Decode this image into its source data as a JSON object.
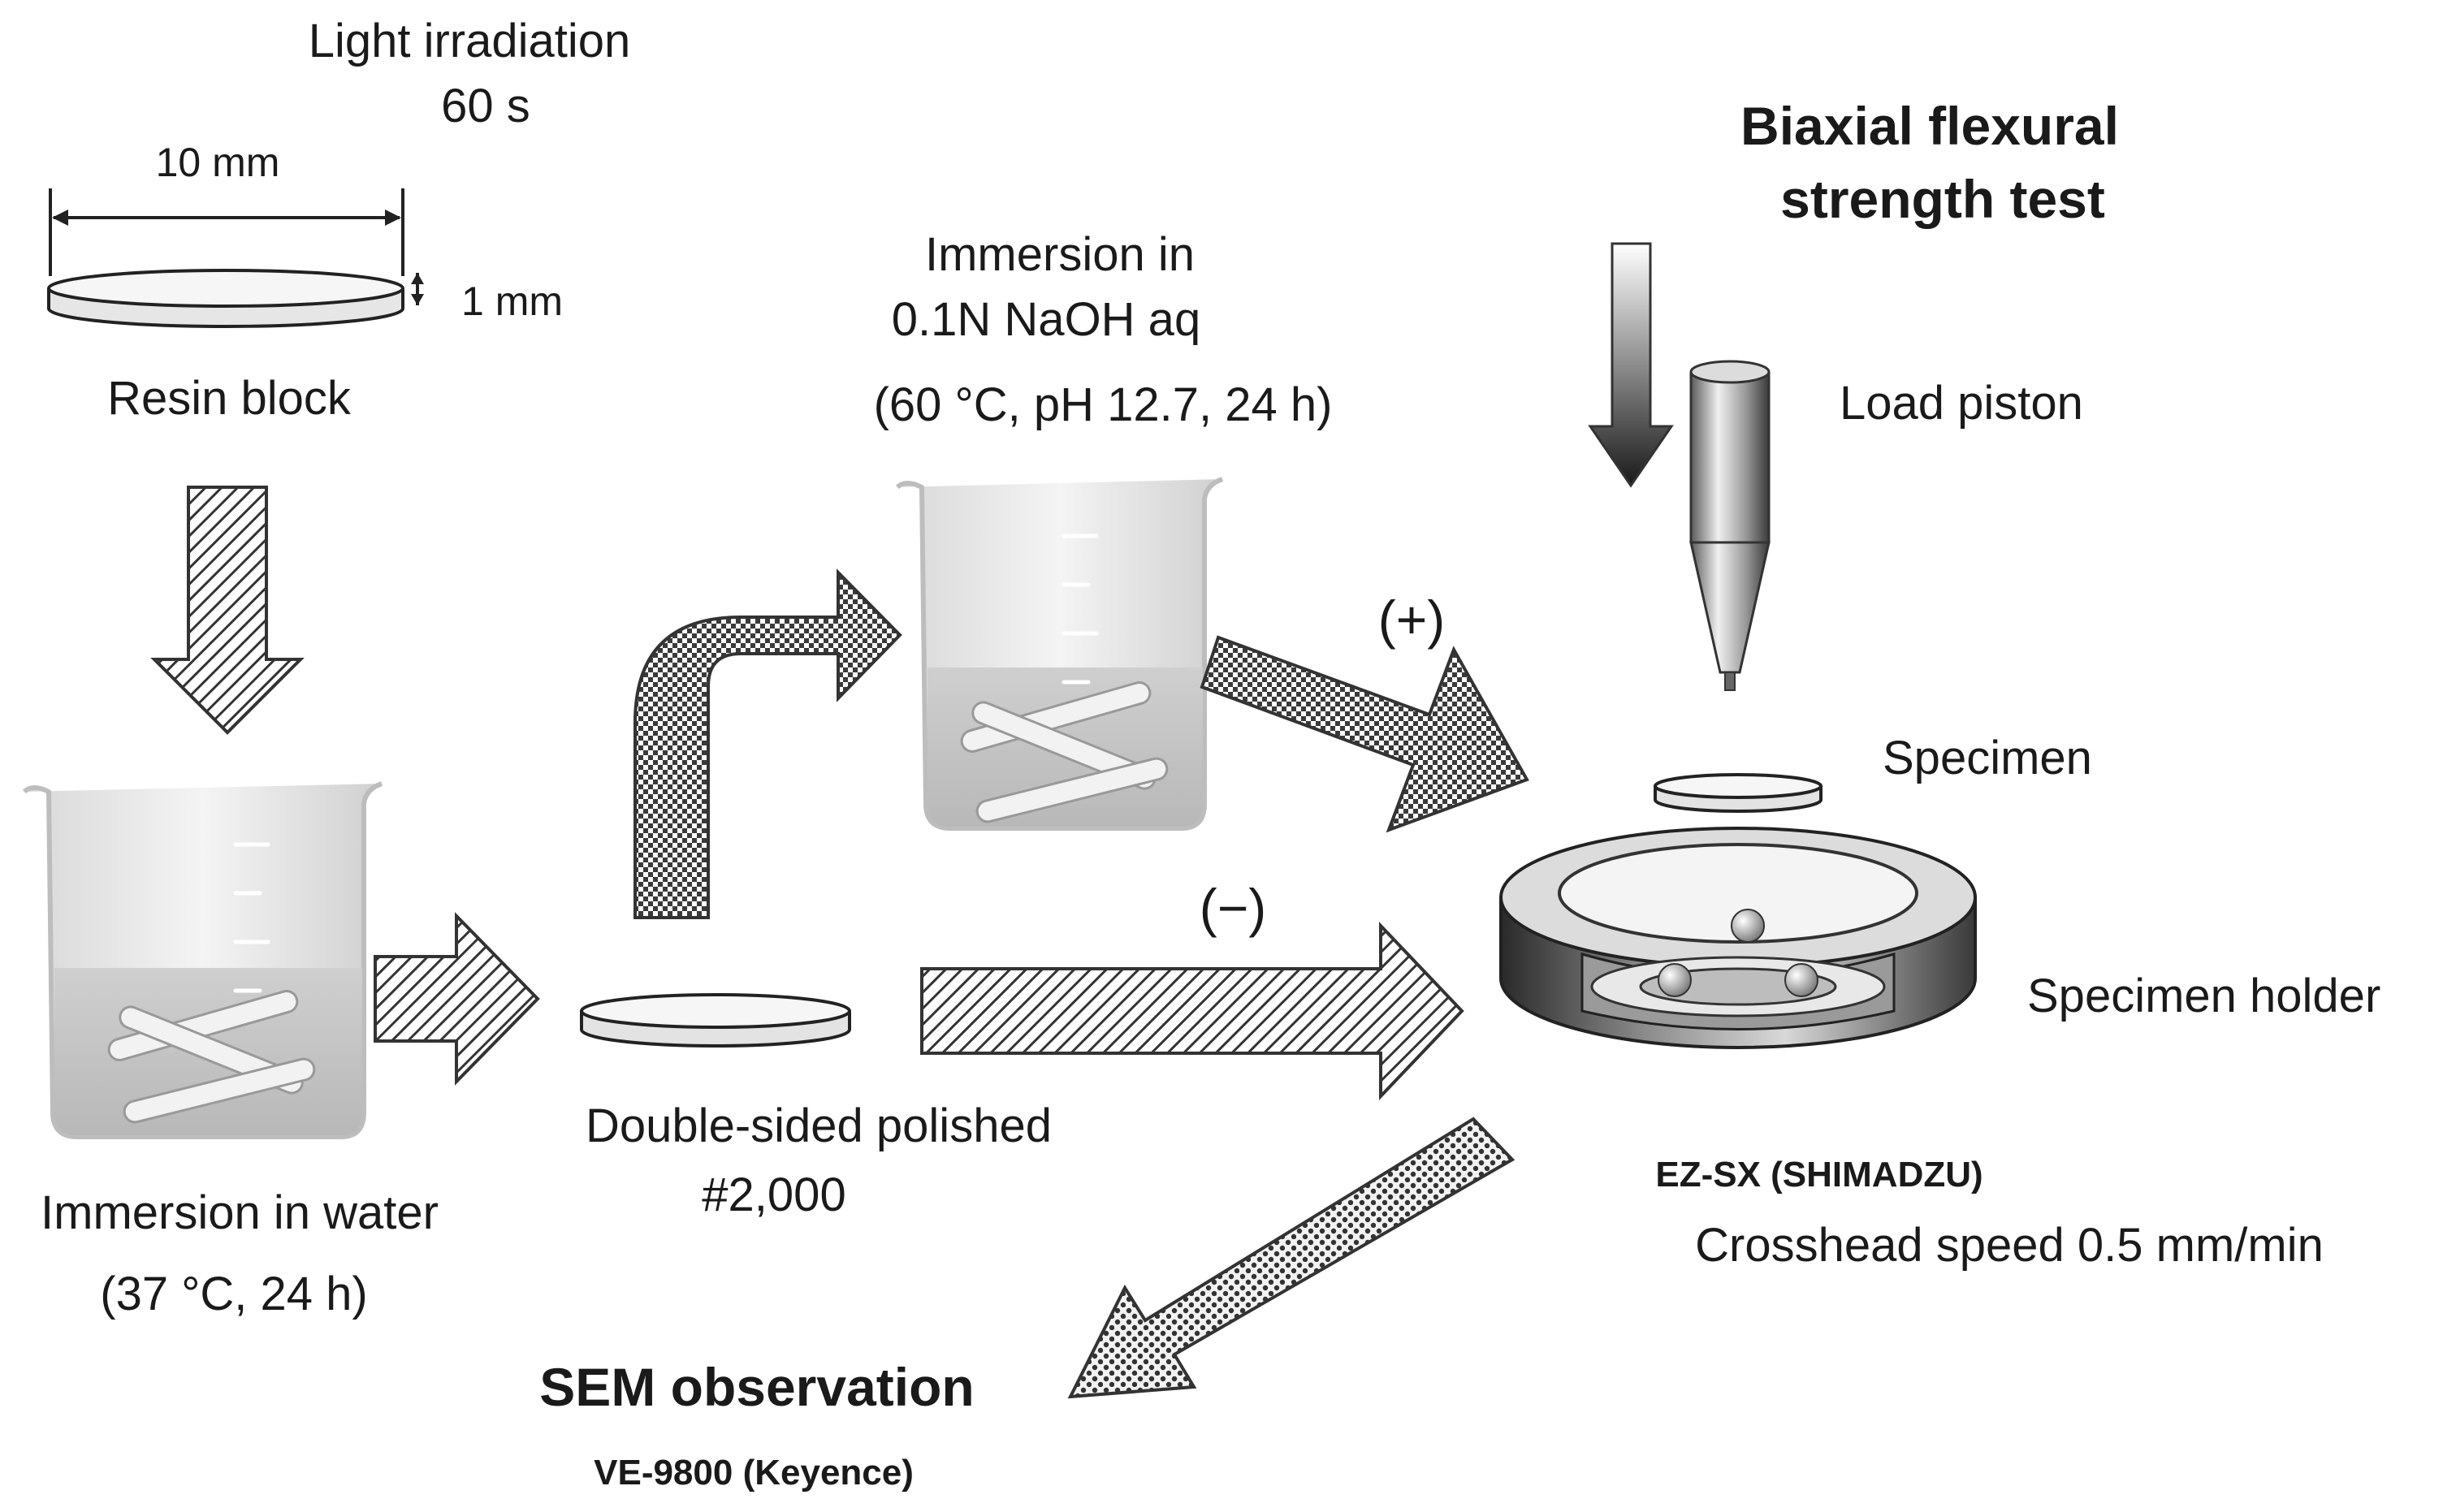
{
  "labels": {
    "light_irradiation": "Light irradiation",
    "light_time": "60 s",
    "width_dim": "10 mm",
    "thickness_dim": "1 mm",
    "resin_block": "Resin block",
    "immersion_water": "Immersion in water",
    "water_conditions": "(37 °C, 24 h)",
    "polished": "Double-sided polished",
    "polished_grit": "#2,000",
    "immersion_naoh_1": "Immersion in",
    "immersion_naoh_2": "0.1N NaOH aq",
    "naoh_conditions": "(60 °C, pH 12.7, 24 h)",
    "plus": "(+)",
    "minus": "(−)",
    "test_title_1": "Biaxial flexural",
    "test_title_2": "strength test",
    "load_piston": "Load piston",
    "specimen": "Specimen",
    "specimen_holder": "Specimen holder",
    "instrument": "EZ-SX (SHIMADZU)",
    "crosshead": "Crosshead speed  0.5 mm/min",
    "sem": "SEM observation",
    "sem_instrument": "VE-9800 (Keyence)"
  }
}
